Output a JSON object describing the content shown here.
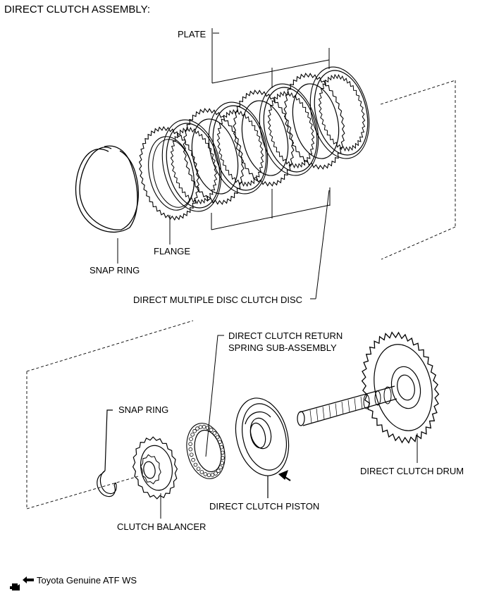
{
  "title": "DIRECT CLUTCH ASSEMBLY:",
  "labels": {
    "plate": "PLATE",
    "flange": "FLANGE",
    "snap_ring_top": "SNAP RING",
    "disc": "DIRECT MULTIPLE DISC CLUTCH DISC",
    "return_spring_line1": "DIRECT CLUTCH RETURN",
    "return_spring_line2": "SPRING SUB-ASSEMBLY",
    "snap_ring_bottom": "SNAP RING",
    "drum": "DIRECT CLUTCH DRUM",
    "piston": "DIRECT CLUTCH PISTON",
    "balancer": "CLUTCH BALANCER"
  },
  "legend": {
    "text": "Toyota Genuine ATF WS",
    "arrow_icon": "left-arrow-icon",
    "oil_icon": "oil-can-icon"
  }
}
